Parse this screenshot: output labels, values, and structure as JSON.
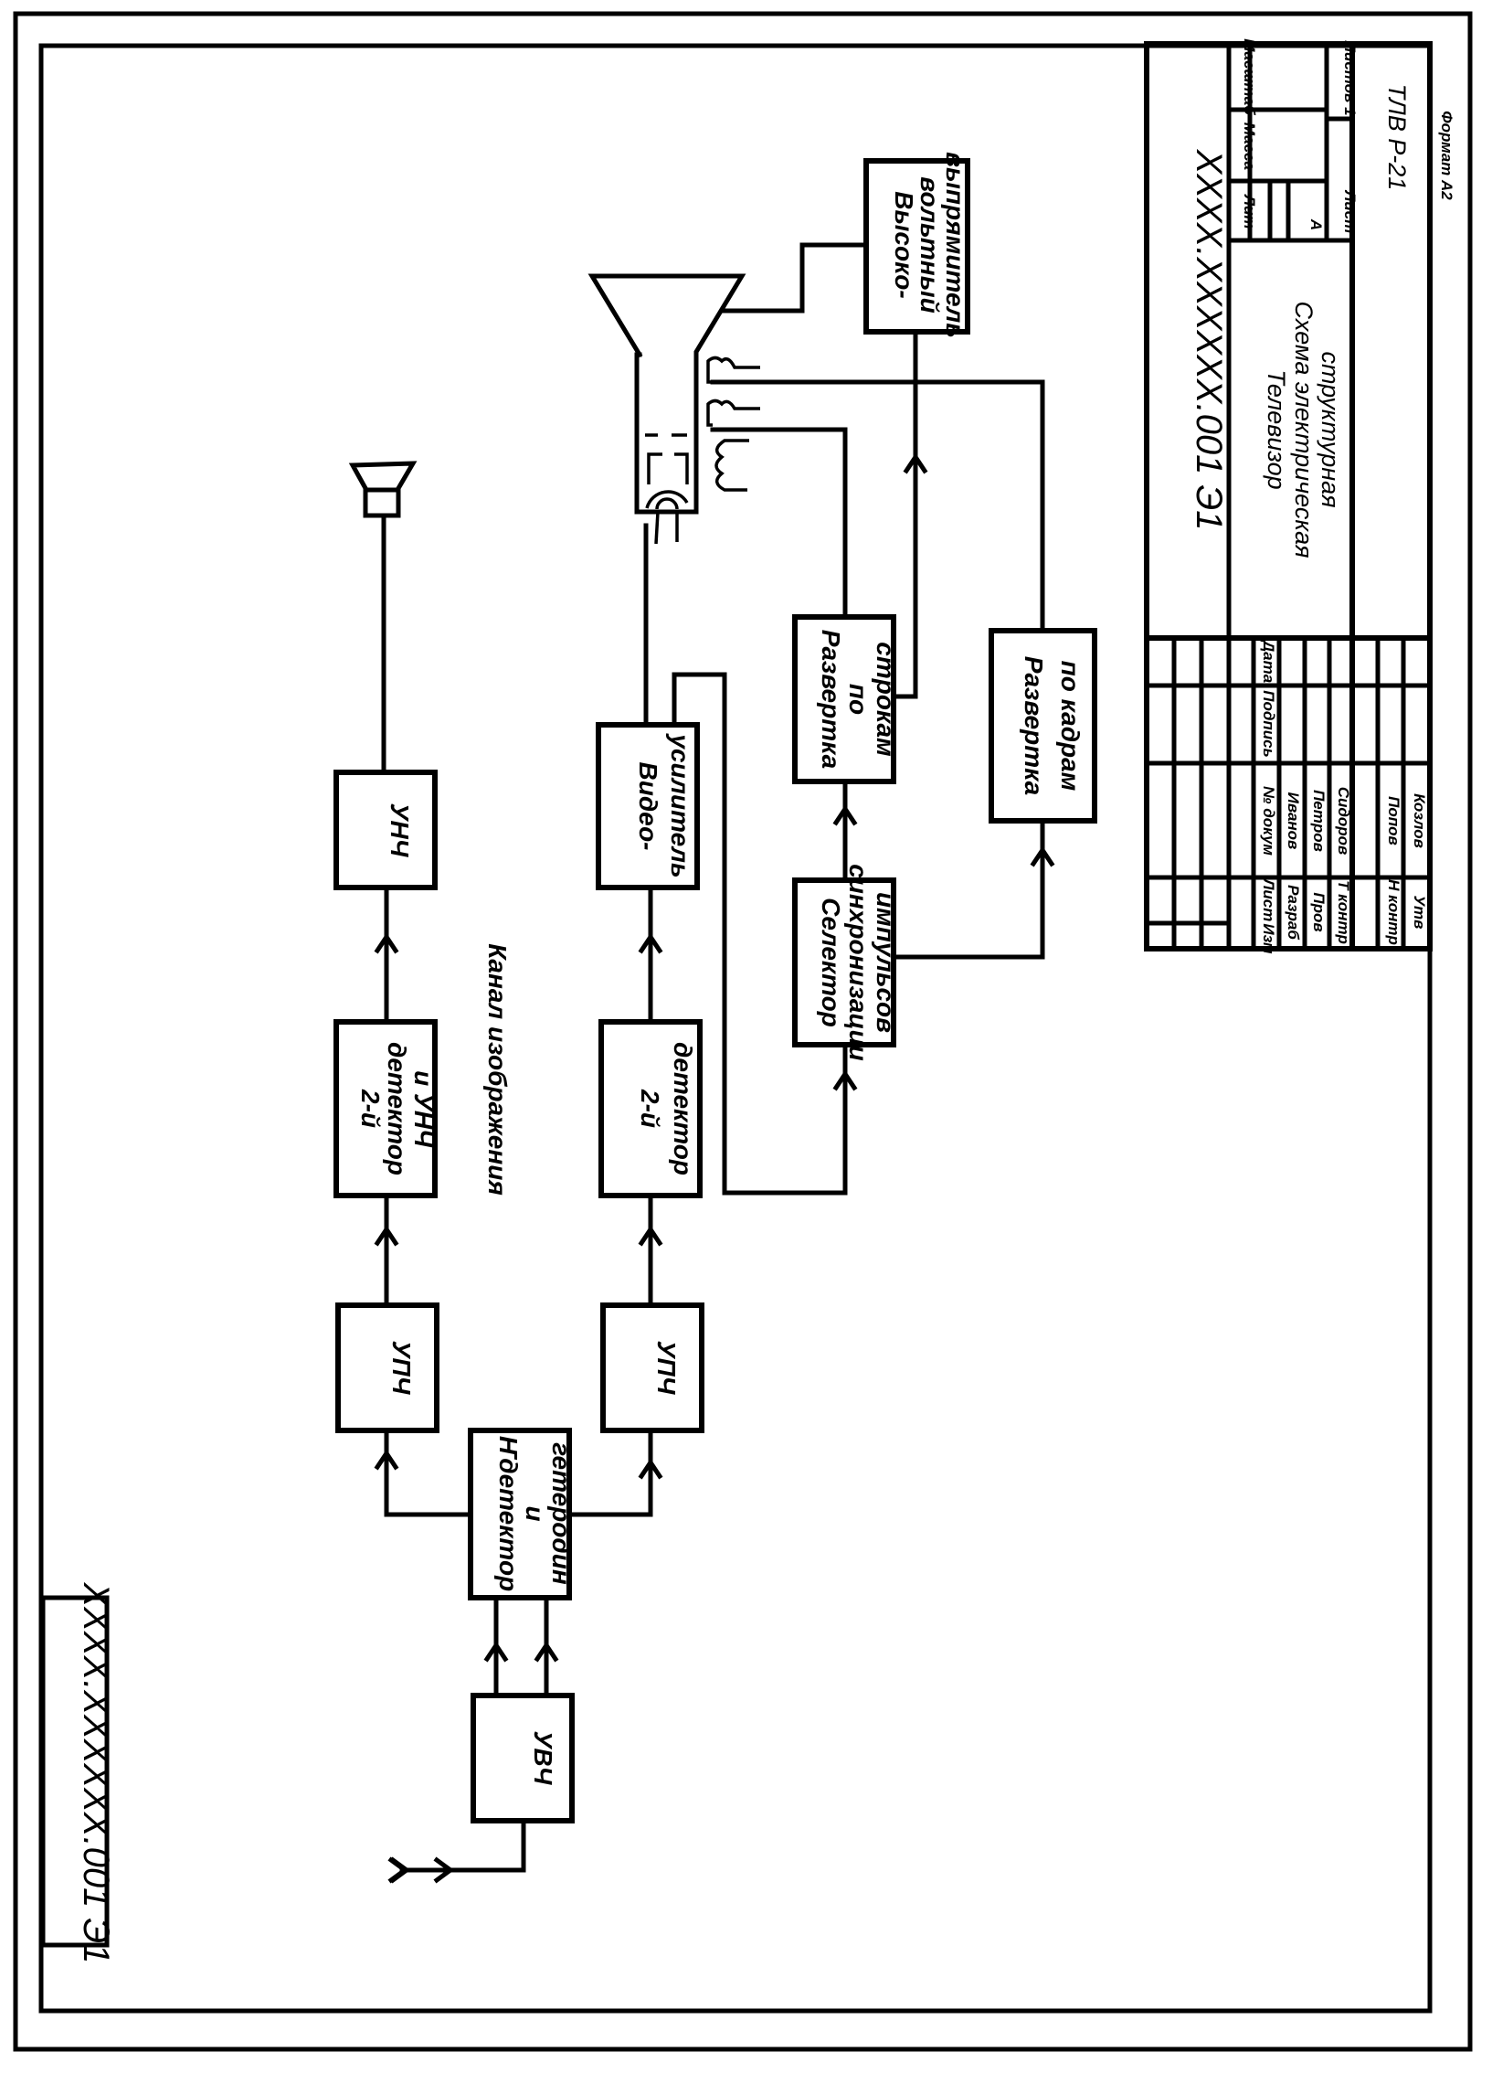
{
  "drawing": {
    "ink_color": "#000000",
    "paper_color": "#ffffff",
    "corner_stamp": "XXXX.XXXXXX.001 Э1",
    "caption": "Канал изображения",
    "blocks": {
      "uvch": [
        "УВЧ"
      ],
      "mixer": [
        "Ҥдетектор",
        "и",
        "гетеродин"
      ],
      "upch_sound": [
        "УПЧ"
      ],
      "upch_video": [
        "УПЧ"
      ],
      "det2_sound": [
        "2-й",
        "детектор",
        "и УНЧ"
      ],
      "unch": [
        "УНЧ"
      ],
      "det2_video": [
        "2-й",
        "детектор"
      ],
      "video_amp": [
        "Видео-",
        "усилитель"
      ],
      "sync_selector": [
        "Селектор",
        "синхронизации",
        "импульсов"
      ],
      "line_scan": [
        "Развертка",
        "по",
        "строкам"
      ],
      "frame_scan": [
        "Развертка",
        "по  кадрам"
      ],
      "hv_rectifier": [
        "Высоко-",
        "вольтный",
        "выпрямитель"
      ]
    },
    "icons": [
      "antenna-icon",
      "speaker-icon",
      "kinescope-icon",
      "deflection-coil-icon"
    ]
  },
  "title_block": {
    "designation": "XXXX.XXXXXX.001 Э1",
    "product_name": "Телевизор",
    "doc_type_line1": "Схема  электрическая",
    "doc_type_line2": "структурная",
    "col_lit": "Лит",
    "col_mass": "Масса",
    "col_scale": "Масштаб",
    "lit_value": "А",
    "sheet_label": "Лист",
    "sheets_label": "Листов 1",
    "org": "ТЛВ  Р-21",
    "format": "Формат А2",
    "headers": [
      "Изм",
      "Лист",
      "№ докум",
      "Подпись",
      "Дата"
    ],
    "roles": [
      {
        "role": "Разраб",
        "name": "Иванов"
      },
      {
        "role": "Пров",
        "name": "Петров"
      },
      {
        "role": "Т контр",
        "name": "Сидоров"
      },
      {
        "role": "",
        "name": ""
      },
      {
        "role": "Н контр",
        "name": "Попов"
      },
      {
        "role": "Утв",
        "name": "Козлов"
      }
    ]
  }
}
